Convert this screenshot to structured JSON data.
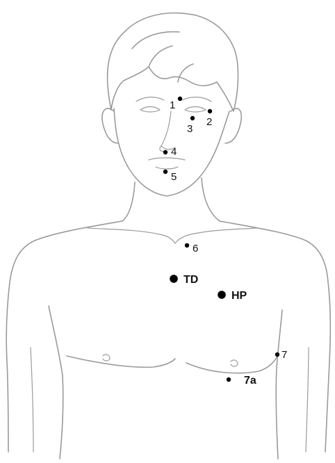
{
  "figure": {
    "line_color": "#9a9a9a",
    "point_color": "#000000",
    "points": [
      {
        "id": "p1",
        "label": "1",
        "kind": "small"
      },
      {
        "id": "p2",
        "label": "2",
        "kind": "small"
      },
      {
        "id": "p3",
        "label": "3",
        "kind": "small"
      },
      {
        "id": "p4",
        "label": "4",
        "kind": "small"
      },
      {
        "id": "p5",
        "label": "5",
        "kind": "small"
      },
      {
        "id": "p6",
        "label": "6",
        "kind": "small"
      },
      {
        "id": "td",
        "label": "TD",
        "kind": "major"
      },
      {
        "id": "hp",
        "label": "HP",
        "kind": "major"
      },
      {
        "id": "p7",
        "label": "7",
        "kind": "small"
      },
      {
        "id": "p7a",
        "label": "7a",
        "kind": "major"
      }
    ]
  }
}
